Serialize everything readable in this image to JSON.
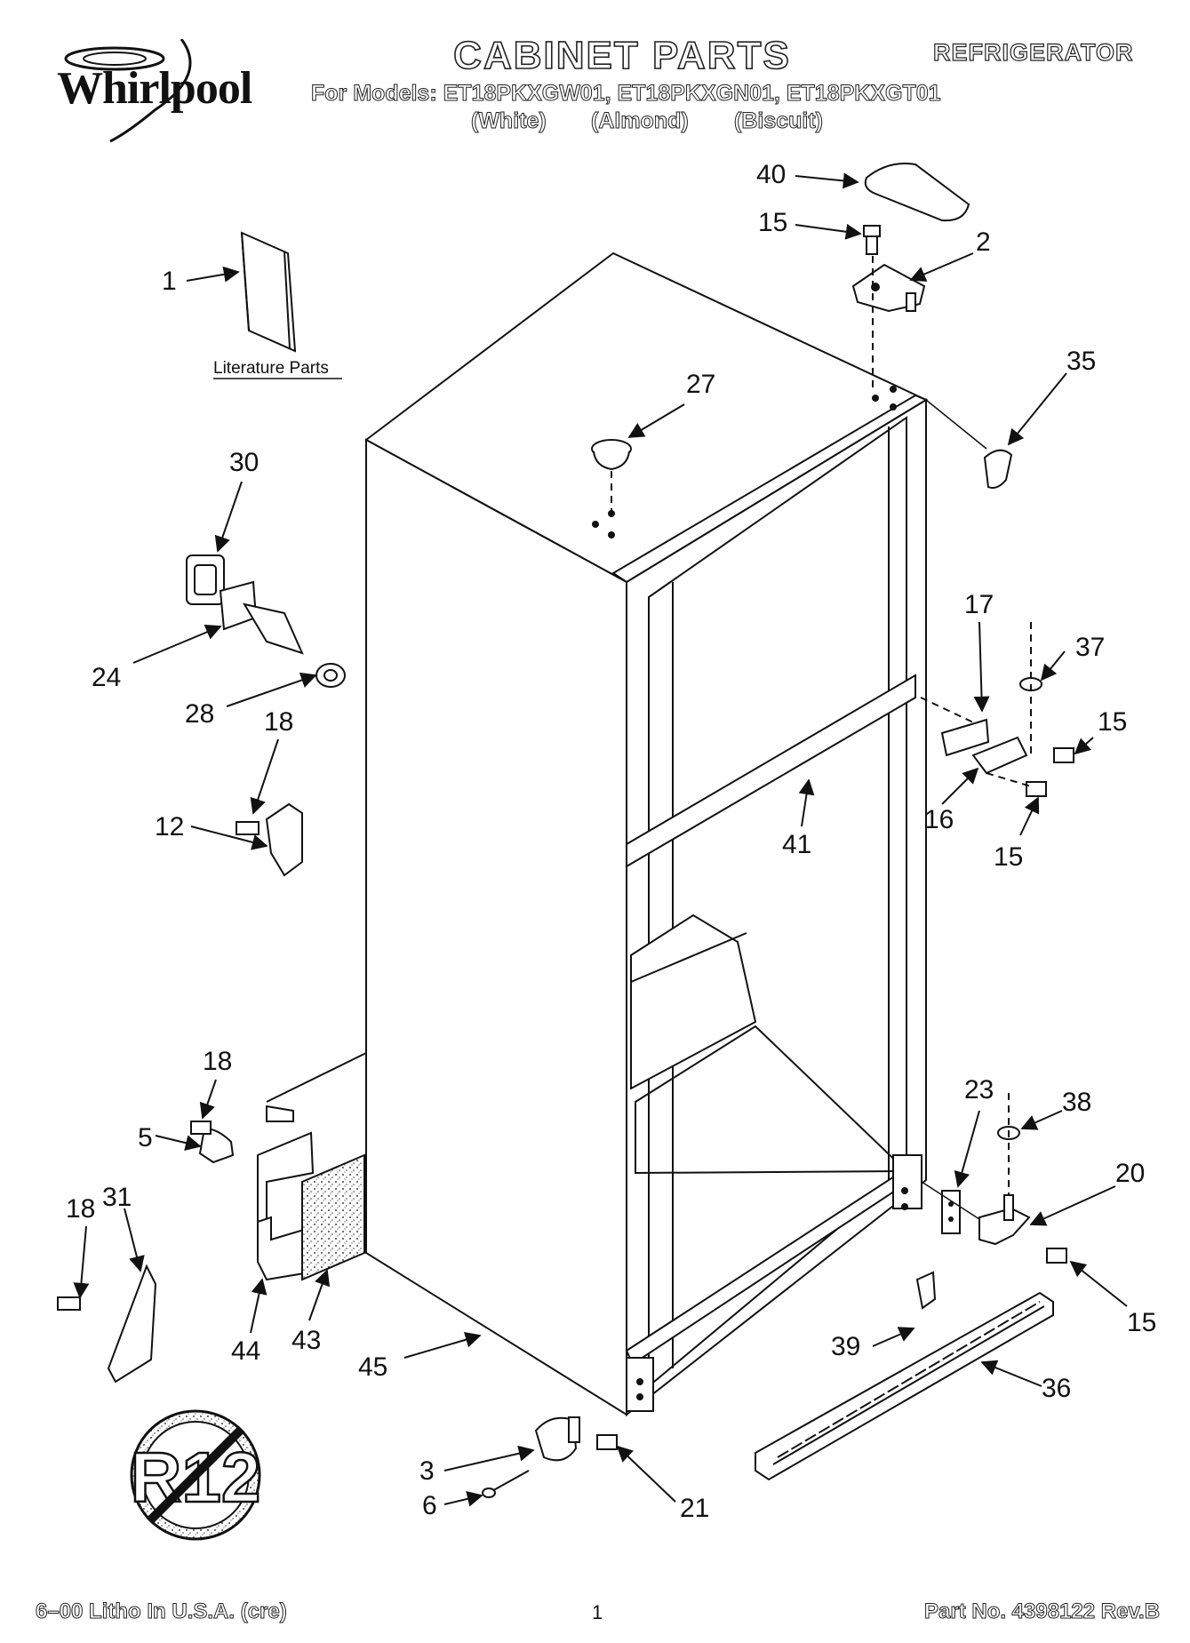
{
  "header": {
    "brand": "Whirlpool",
    "title": "CABINET PARTS",
    "product": "REFRIGERATOR",
    "models_line": "For Models: ET18PKXGW01, ET18PKXGN01, ET18PKXGT01",
    "colors": [
      "(White)",
      "(Almond)",
      "(Biscuit)"
    ]
  },
  "diagram": {
    "literature_label": "Literature Parts",
    "r12_symbol": "R12",
    "callouts": {
      "c1": "1",
      "c2": "2",
      "c3": "3",
      "c5": "5",
      "c6": "6",
      "c12": "12",
      "c15a": "15",
      "c15b": "15",
      "c15c": "15",
      "c15d": "15",
      "c16": "16",
      "c17": "17",
      "c18a": "18",
      "c18b": "18",
      "c18c": "18",
      "c20": "20",
      "c21": "21",
      "c23": "23",
      "c24": "24",
      "c27": "27",
      "c28": "28",
      "c30": "30",
      "c31": "31",
      "c35": "35",
      "c36": "36",
      "c37": "37",
      "c38": "38",
      "c39": "39",
      "c40": "40",
      "c41": "41",
      "c43": "43",
      "c44": "44",
      "c45": "45"
    }
  },
  "footer": {
    "print_info": "6–00 Litho In U.S.A. (cre)",
    "page": "1",
    "part_no": "Part No. 4398122 Rev.B"
  }
}
